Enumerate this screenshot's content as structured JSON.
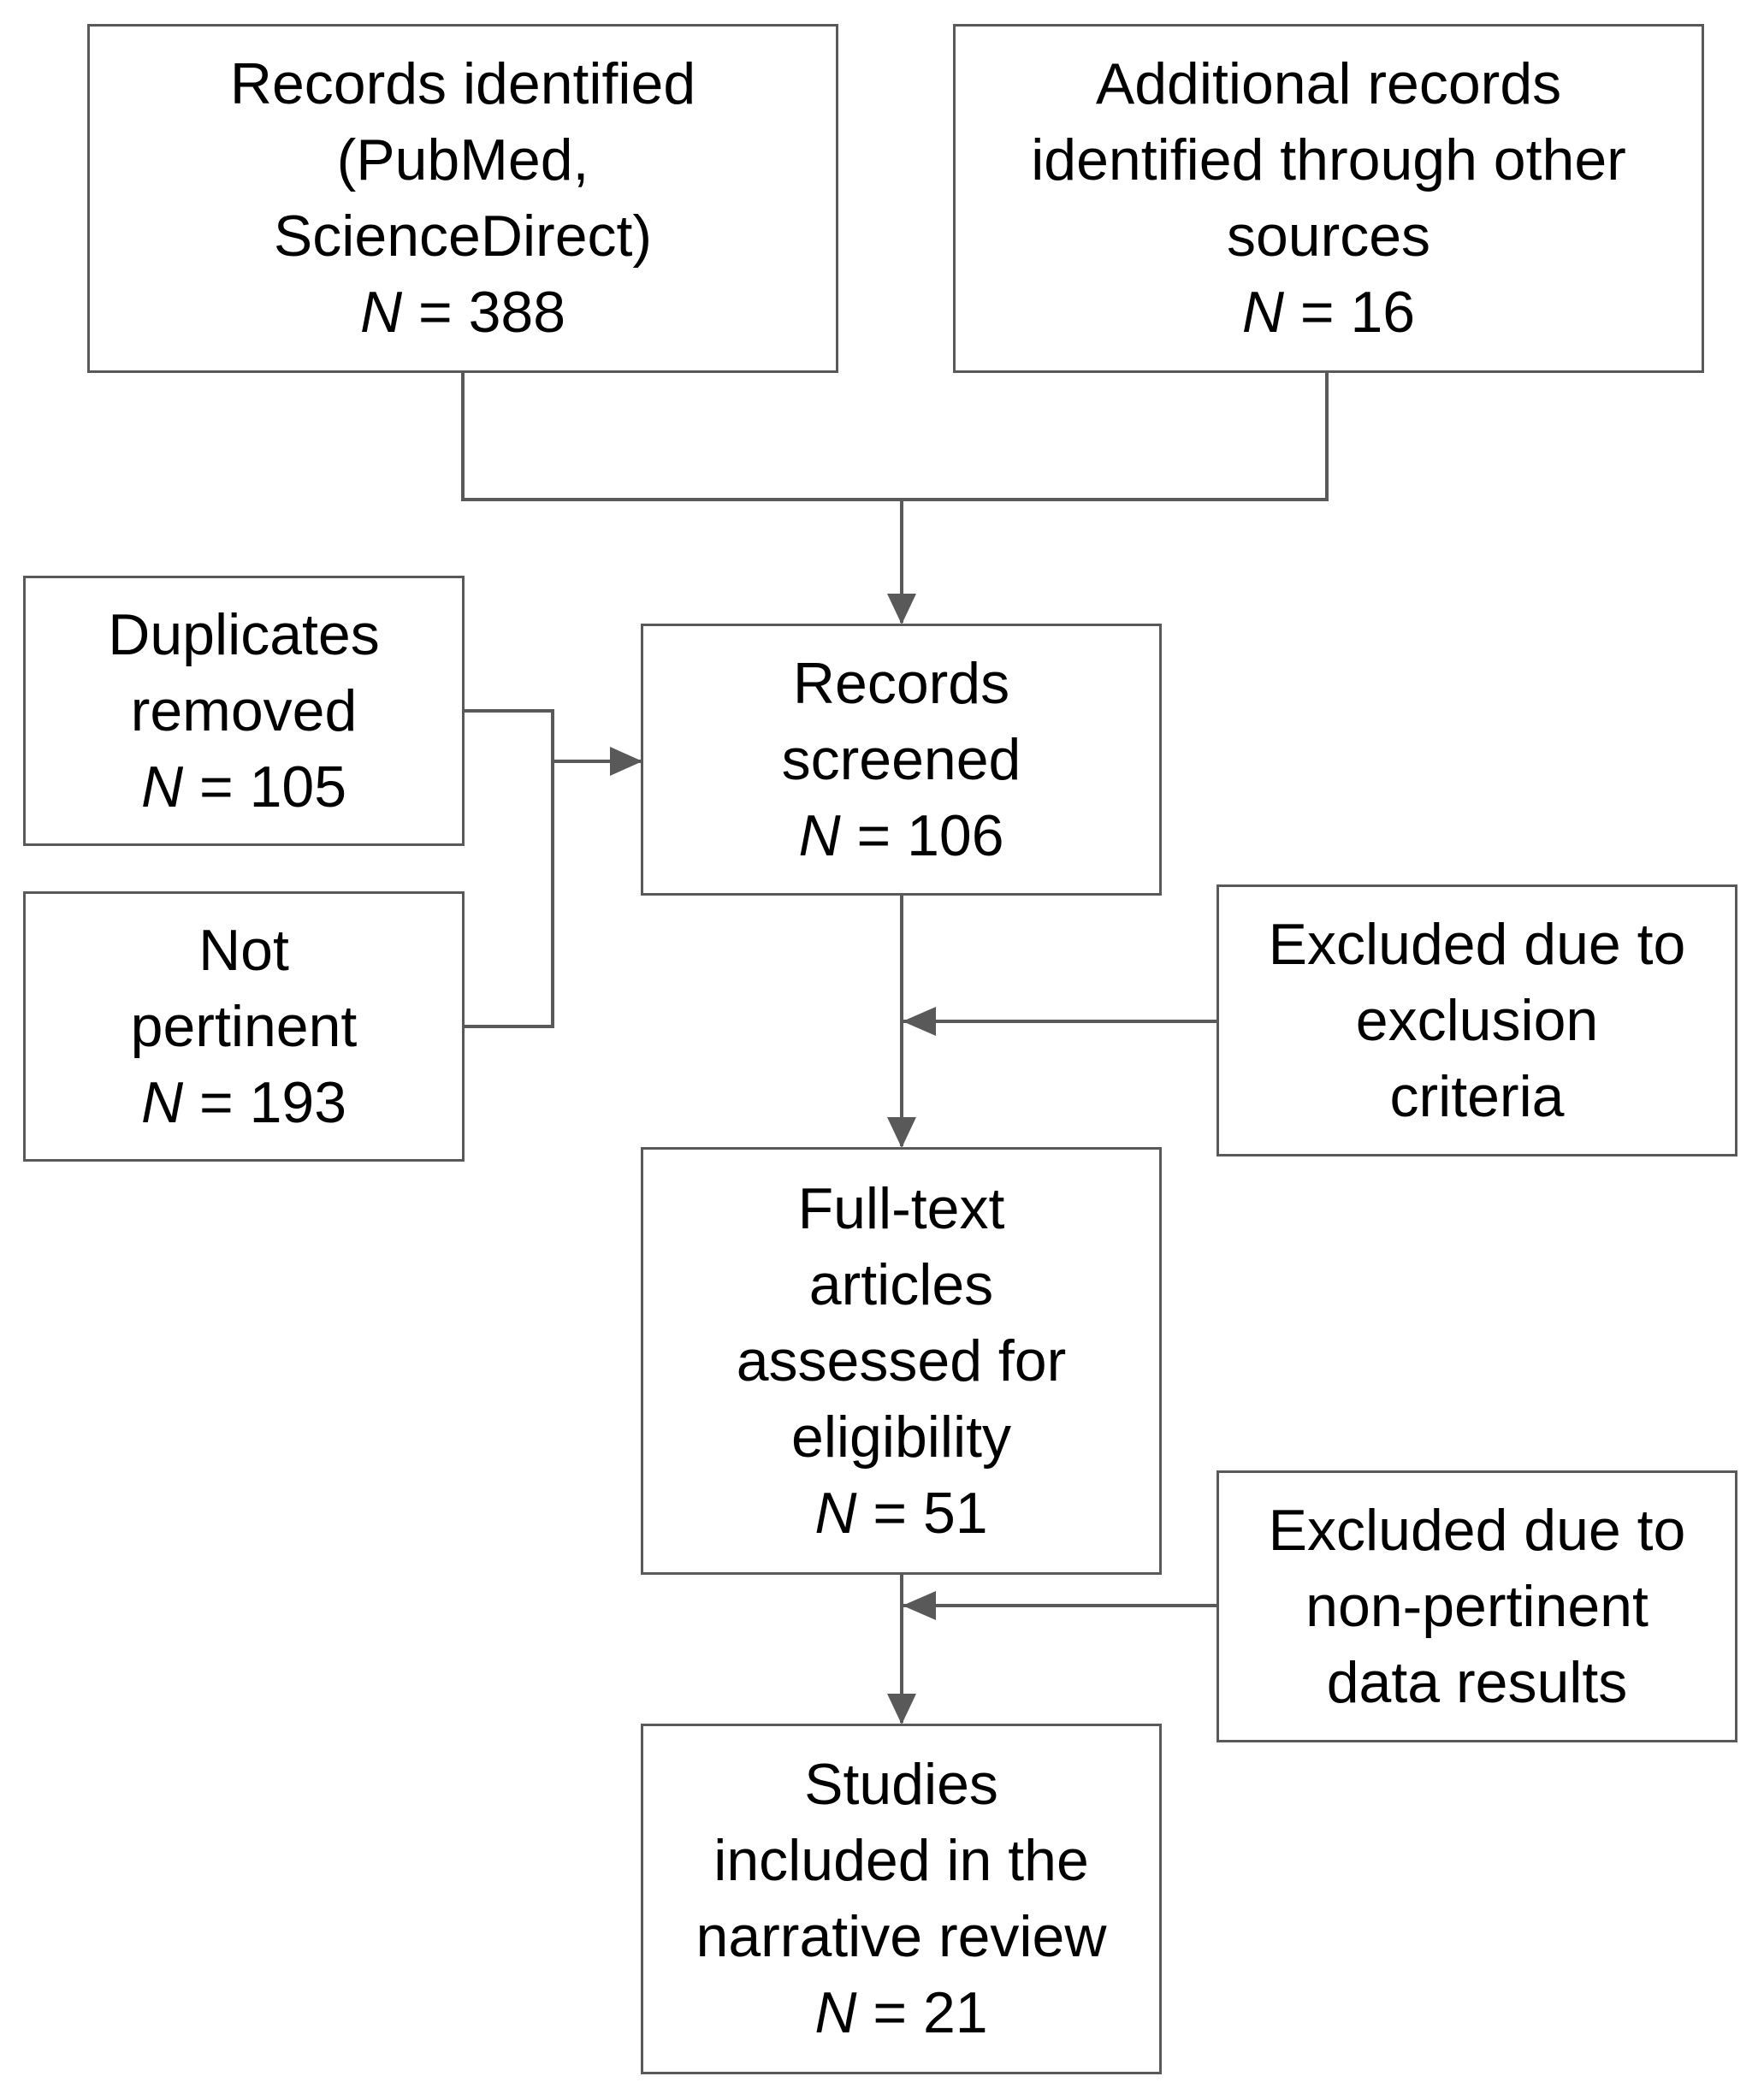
{
  "boxes": {
    "records_identified": {
      "lines": [
        "Records identified",
        "(PubMed,",
        "ScienceDirect)"
      ],
      "n_label": "N",
      "n_value": "= 388"
    },
    "additional_records": {
      "lines": [
        "Additional records",
        "identified through other",
        "sources"
      ],
      "n_label": "N",
      "n_value": "= 16"
    },
    "duplicates_removed": {
      "lines": [
        "Duplicates",
        "removed"
      ],
      "n_label": "N",
      "n_value": "= 105"
    },
    "not_pertinent": {
      "lines": [
        "Not",
        "pertinent"
      ],
      "n_label": "N",
      "n_value": "= 193"
    },
    "records_screened": {
      "lines": [
        "Records",
        "screened"
      ],
      "n_label": "N",
      "n_value": "= 106"
    },
    "excluded_criteria": {
      "lines": [
        "Excluded due to",
        "exclusion",
        "criteria"
      ]
    },
    "full_text": {
      "lines": [
        "Full-text",
        "articles",
        "assessed for",
        "eligibility"
      ],
      "n_label": "N",
      "n_value": "= 51"
    },
    "excluded_nonpertinent": {
      "lines": [
        "Excluded due to",
        "non-pertinent",
        "data results"
      ]
    },
    "studies_included": {
      "lines": [
        "Studies",
        "included in the",
        "narrative review"
      ],
      "n_label": "N",
      "n_value": "= 21"
    }
  },
  "colors": {
    "border": "#595959",
    "connector": "#595959",
    "text": "#000000",
    "background": "#ffffff"
  }
}
